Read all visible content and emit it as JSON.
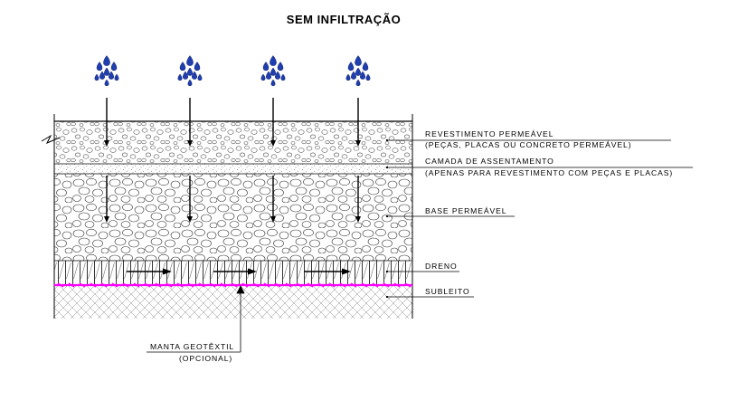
{
  "title": "SEM INFILTRAÇÃO",
  "layers": [
    {
      "id": "revestimento",
      "line1": "REVESTIMENTO PERMEÁVEL",
      "line2": "(PEÇAS, PLACAS OU CONCRETO PERMEÁVEL)"
    },
    {
      "id": "camada",
      "line1": "CAMADA DE ASSENTAMENTO",
      "line2": "(APENAS PARA REVESTIMENTO COM PEÇAS E PLACAS)"
    },
    {
      "id": "base",
      "line1": "BASE PERMEÁVEL",
      "line2": ""
    },
    {
      "id": "dreno",
      "line1": "DRENO",
      "line2": ""
    },
    {
      "id": "subleito",
      "line1": "SUBLEITO",
      "line2": ""
    }
  ],
  "manta": {
    "line1": "MANTA GEOTÊXTIL",
    "line2": "(OPCIONAL)"
  },
  "colors": {
    "rain": "#1f3fb0",
    "geotextile": "#ff00ff",
    "line": "#000000"
  }
}
